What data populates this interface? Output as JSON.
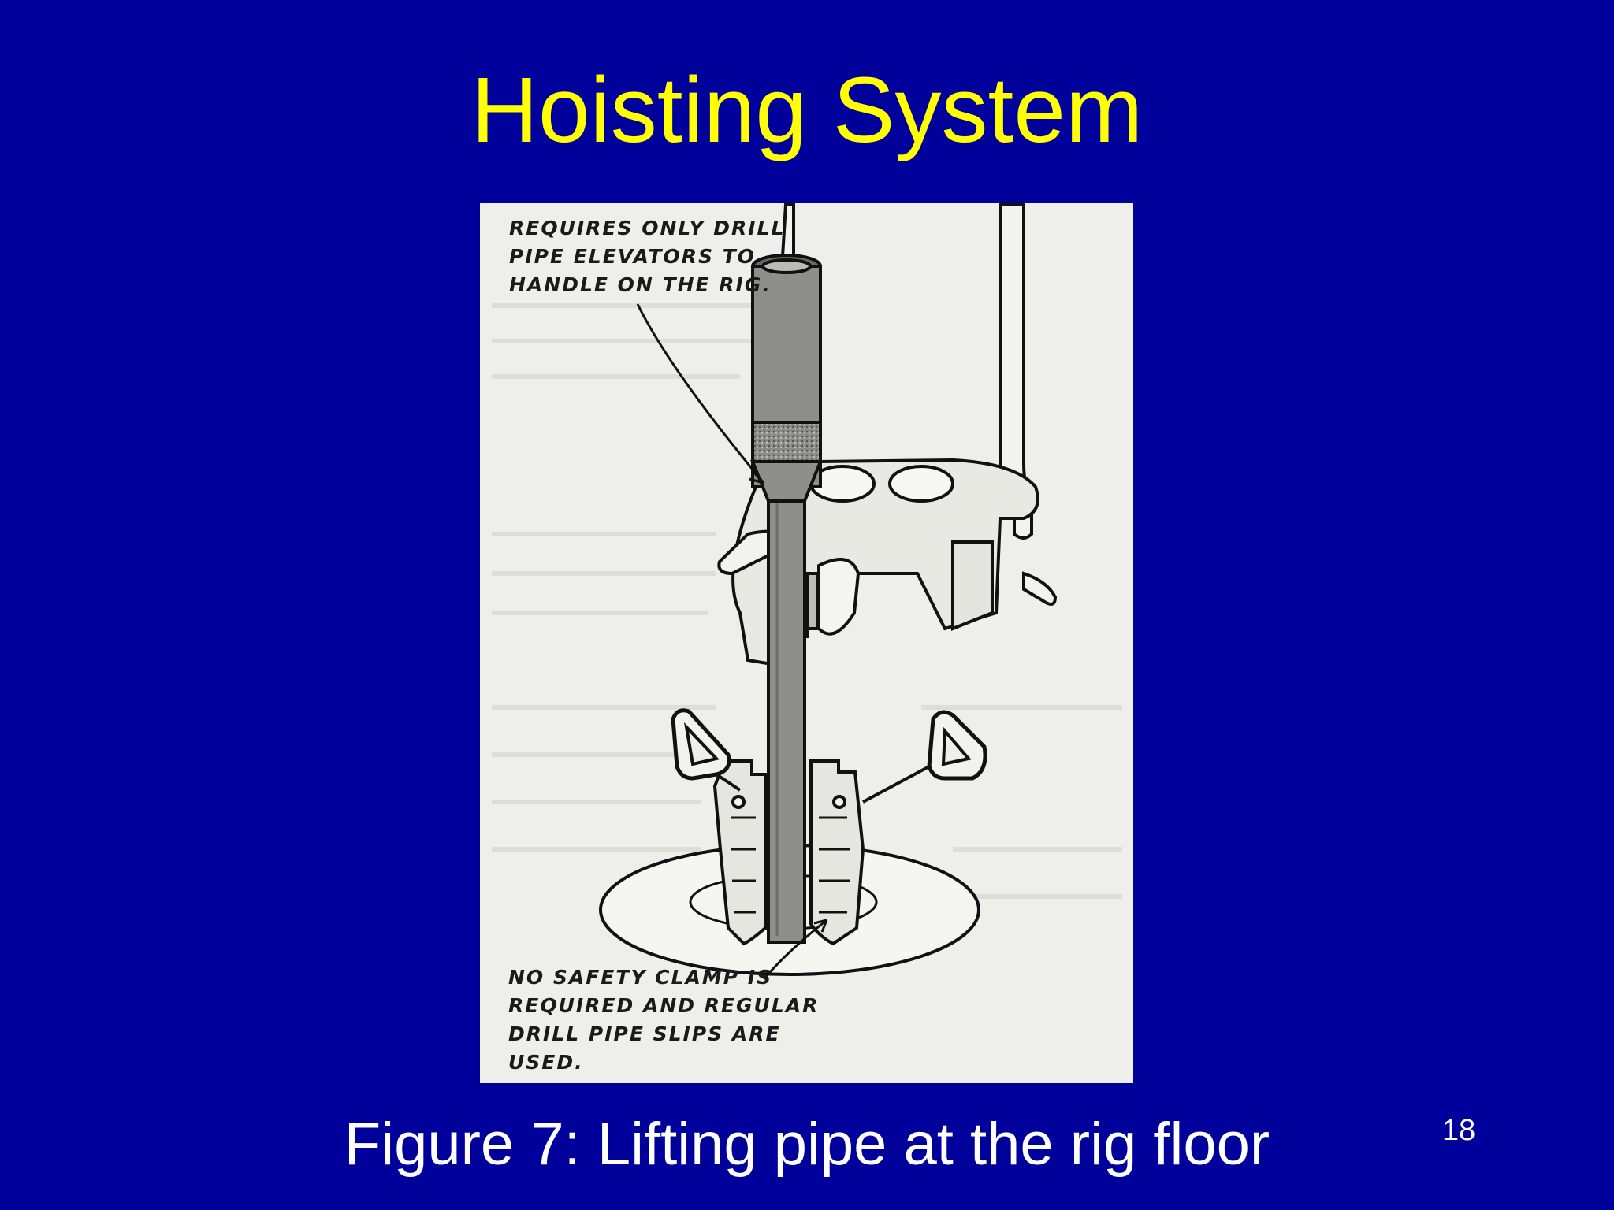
{
  "slide": {
    "title": "Hoisting System",
    "caption": "Figure 7: Lifting pipe at the rig floor",
    "page_number": "18",
    "colors": {
      "background": "#00009a",
      "title": "#ffff00",
      "caption": "#ffffff"
    }
  },
  "figure": {
    "callout_top": {
      "lines": [
        "REQUIRES ONLY DRILL",
        "PIPE ELEVATORS TO",
        "HANDLE ON THE RIG."
      ]
    },
    "callout_bottom": {
      "lines": [
        "NO SAFETY CLAMP IS",
        "REQUIRED AND REGULAR",
        "DRILL PIPE SLIPS ARE",
        "USED."
      ]
    }
  }
}
